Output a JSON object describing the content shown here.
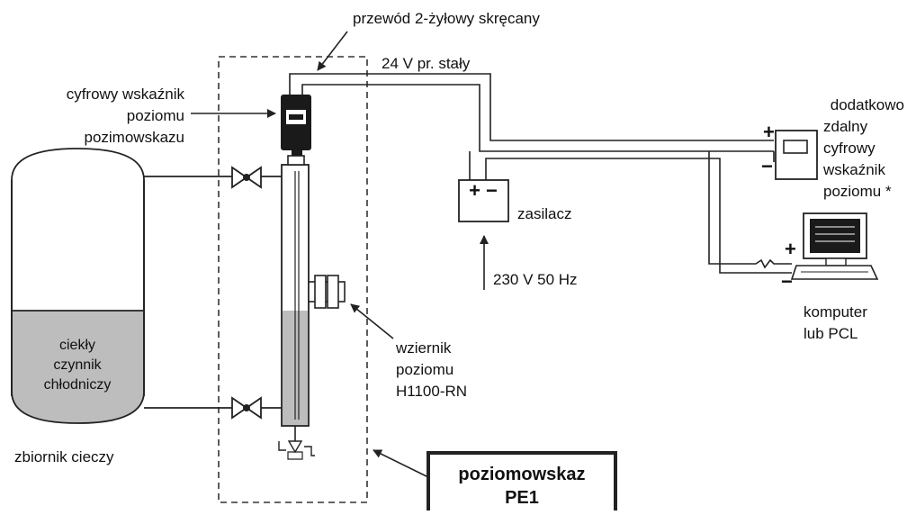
{
  "labels": {
    "cable": "przewód 2-żyłowy skręcany",
    "voltage_dc": "24 V pr. stały",
    "indicator": [
      "cyfrowy wskaźnik",
      "poziomu",
      "pozimowskazu"
    ],
    "remote_indicator": [
      "dodatkowo",
      "zdalny",
      "cyfrowy",
      "wskaźnik",
      "poziomu *"
    ],
    "power_supply": "zasilacz",
    "mains": "230 V 50 Hz",
    "sight_glass": [
      "wziernik",
      "poziomu",
      "H1100-RN"
    ],
    "computer": [
      "komputer",
      "lub PCL"
    ],
    "tank_liquid": [
      "ciekły",
      "czynnik",
      "chłodniczy"
    ],
    "tank_caption": "zbiornik cieczy",
    "product_box": [
      "poziomowskaz",
      "PE1"
    ],
    "plus": "+",
    "minus": "−",
    "psu_terminals": "+ −"
  },
  "colors": {
    "liquid": "#bdbdbd",
    "indicator_body": "#1a1a1a",
    "line": "#222222"
  }
}
